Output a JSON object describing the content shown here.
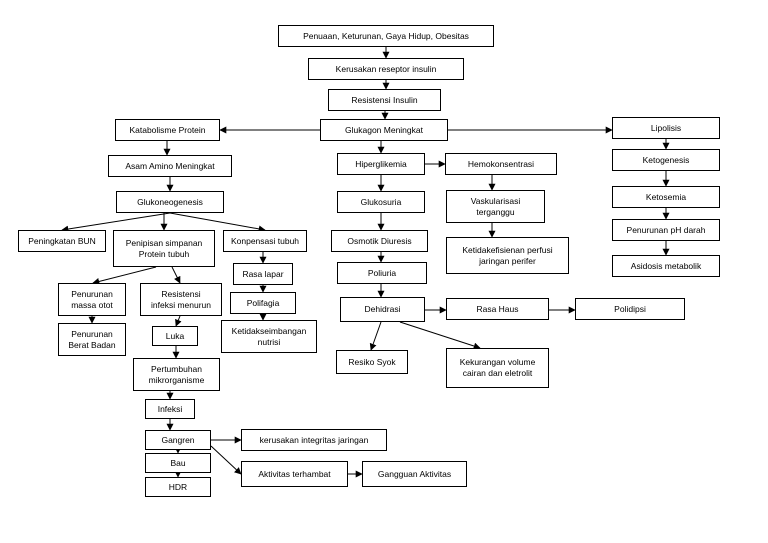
{
  "diagram": {
    "stroke_color": "#000000",
    "nodes": {
      "penuaan": "Penuaan, Keturunan, Gaya Hidup, Obesitas",
      "kerusakan_reseptor": "Kerusakan reseptor insulin",
      "resistensi_insulin": "Resistensi Insulin",
      "glukagon": "Glukagon Meningkat",
      "katabolisme": "Katabolisme Protein",
      "asam_amino": "Asam Amino Meningkat",
      "glukoneogenesis": "Glukoneogenesis",
      "peningkatan_bun": "Peningkatan BUN",
      "penipisan": "Penipisan simpanan\nProtein  tubuh",
      "kompensasi": "Konpensasi tubuh",
      "penurunan_massa": "Penurunan\nmassa otot",
      "penurunan_bb": "Penurunan\nBerat Badan",
      "resistensi_infeksi": "Resistensi\ninfeksi menurun",
      "luka": "Luka",
      "pertumbuhan": "Pertumbuhan\nmikrorganisme",
      "infeksi": "Infeksi",
      "gangren": "Gangren",
      "bau": "Bau",
      "hdr": "HDR",
      "kerusakan_integritas": "kerusakan integritas  jaringan",
      "aktivitas_terhambat": "Aktivitas terhambat",
      "gangguan_aktivitas": "Gangguan Aktivitas",
      "rasa_lapar": "Rasa lapar",
      "polifagia": "Polifagia",
      "ketidakseimbangan": "Ketidakseimbangan\nnutrisi",
      "hiperglikemia": "Hiperglikemia",
      "glukosuria": "Glukosuria",
      "osmotik": "Osmotik  Diuresis",
      "poliuria": "Poliuria",
      "dehidrasi": "Dehidrasi",
      "resiko_syok": "Resiko Syok",
      "kekurangan_volume": "Kekurangan volume\ncairan dan eletrolit",
      "rasa_haus": "Rasa Haus",
      "polidipsi": "Polidipsi",
      "hemokonsentrasi": "Hemokonsentrasi",
      "vaskularisasi": "Vaskularisasi\nterganggu",
      "ketidakefisienan": "Ketidakefisienan perfusi\njaringan perifer",
      "lipolisis": "Lipolisis",
      "ketogenesis": "Ketogenesis",
      "ketosemia": "Ketosemia",
      "penurunan_ph": "Penurunan pH darah",
      "asidosis": "Asidosis  metabolik"
    }
  }
}
